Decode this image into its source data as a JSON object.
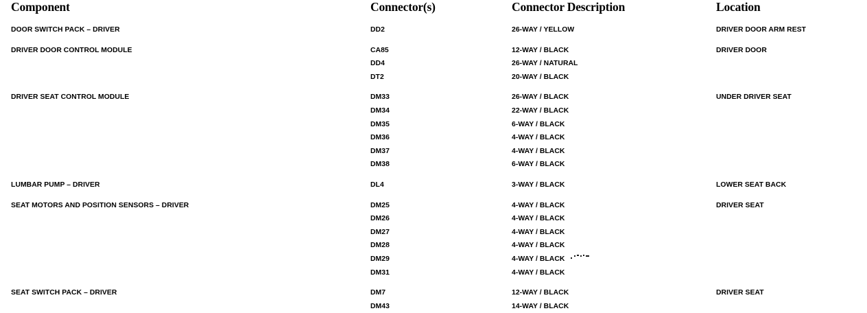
{
  "document": {
    "title": "Connector Table",
    "background_color": "#ffffff",
    "text_color": "#000000"
  },
  "table": {
    "headers": {
      "component": "Component",
      "connector": "Connector(s)",
      "description": "Connector Description",
      "location": "Location"
    },
    "groups": [
      {
        "component": "DOOR SWITCH PACK – DRIVER",
        "location": "DRIVER DOOR ARM REST",
        "rows": [
          {
            "connector": "DD2",
            "description": "26-WAY / YELLOW"
          }
        ]
      },
      {
        "component": "DRIVER DOOR CONTROL MODULE",
        "location": "DRIVER DOOR",
        "rows": [
          {
            "connector": "CA85",
            "description": "12-WAY / BLACK"
          },
          {
            "connector": "DD4",
            "description": "26-WAY / NATURAL"
          },
          {
            "connector": "DT2",
            "description": "20-WAY / BLACK"
          }
        ]
      },
      {
        "component": "DRIVER SEAT CONTROL MODULE",
        "location": "UNDER DRIVER SEAT",
        "rows": [
          {
            "connector": "DM33",
            "description": "26-WAY / BLACK"
          },
          {
            "connector": "DM34",
            "description": "22-WAY / BLACK"
          },
          {
            "connector": "DM35",
            "description": "6-WAY / BLACK"
          },
          {
            "connector": "DM36",
            "description": "4-WAY / BLACK"
          },
          {
            "connector": "DM37",
            "description": "4-WAY / BLACK"
          },
          {
            "connector": "DM38",
            "description": "6-WAY / BLACK"
          }
        ]
      },
      {
        "component": "LUMBAR PUMP – DRIVER",
        "location": "LOWER SEAT BACK",
        "rows": [
          {
            "connector": "DL4",
            "description": "3-WAY / BLACK"
          }
        ]
      },
      {
        "component": "SEAT MOTORS AND POSITION SENSORS – DRIVER",
        "location": "DRIVER SEAT",
        "rows": [
          {
            "connector": "DM25",
            "description": "4-WAY / BLACK"
          },
          {
            "connector": "DM26",
            "description": "4-WAY / BLACK"
          },
          {
            "connector": "DM27",
            "description": "4-WAY / BLACK"
          },
          {
            "connector": "DM28",
            "description": "4-WAY / BLACK"
          },
          {
            "connector": "DM29",
            "description": "4-WAY / BLACK"
          },
          {
            "connector": "DM31",
            "description": "4-WAY / BLACK"
          }
        ]
      },
      {
        "component": "SEAT SWITCH PACK – DRIVER",
        "location": "DRIVER SEAT",
        "rows": [
          {
            "connector": "DM7",
            "description": "12-WAY / BLACK"
          },
          {
            "connector": "DM43",
            "description": "14-WAY / BLACK"
          }
        ]
      }
    ]
  }
}
